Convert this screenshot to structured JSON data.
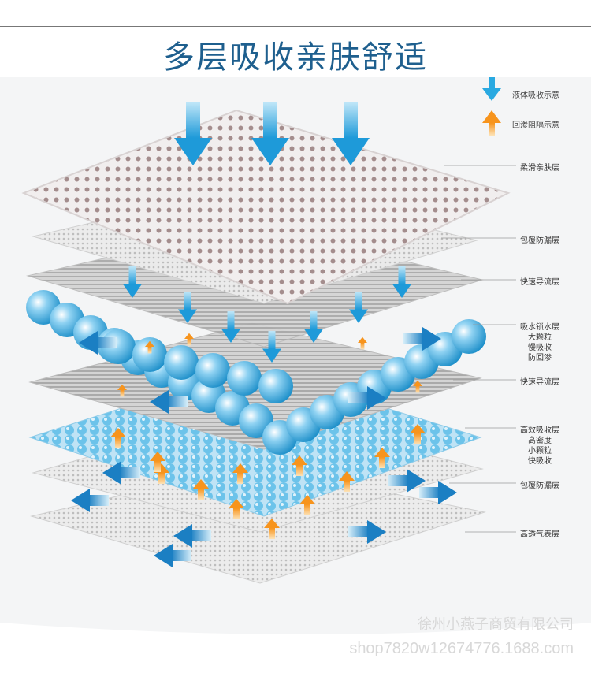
{
  "title": "多层吸收亲肤舒适",
  "legend": {
    "absorb": "液体吸收示意",
    "block": "回渗阻隔示意"
  },
  "layers": [
    {
      "name": "柔滑亲肤层"
    },
    {
      "name": "包覆防漏层"
    },
    {
      "name": "快速导流层"
    },
    {
      "name": "吸水锁水层",
      "notes": [
        "大颗粒",
        "慢吸收",
        "防回渗"
      ]
    },
    {
      "name": "快速导流层"
    },
    {
      "name": "高效吸收层",
      "notes": [
        "高密度",
        "小颗粒",
        "快吸收"
      ]
    },
    {
      "name": "包覆防漏层"
    },
    {
      "name": "高透气表层"
    }
  ],
  "watermark": {
    "company": "徐州小燕子商贸有限公司",
    "shop": "shop7820w12674776.1688.com"
  },
  "colors": {
    "title": "#1e5f8e",
    "absorb_arrow": "#29a9e1",
    "block_arrow": "#f7941d",
    "bead": "#5ab8e4"
  }
}
